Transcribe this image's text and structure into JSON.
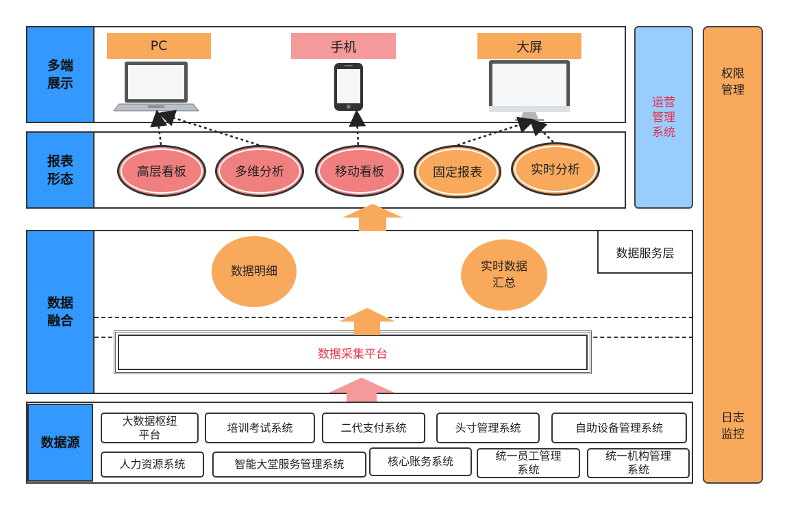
{
  "layers": {
    "display": {
      "label": "多端\n展示"
    },
    "report": {
      "label": "报表\n形态"
    },
    "fusion": {
      "label": "数据\n融合"
    },
    "source": {
      "label": "数据源"
    }
  },
  "devices": [
    {
      "label": "PC",
      "color": "#f9a95c"
    },
    {
      "label": "手机",
      "color": "#f49a9a"
    },
    {
      "label": "大屏",
      "color": "#f9a95c"
    }
  ],
  "reports": [
    {
      "label": "高层看板",
      "style": "pink"
    },
    {
      "label": "多维分析",
      "style": "pink"
    },
    {
      "label": "移动看板",
      "style": "pink"
    },
    {
      "label": "固定报表",
      "style": "orange"
    },
    {
      "label": "实时分析",
      "style": "orange"
    }
  ],
  "fusion": {
    "service_layer": "数据服务层",
    "detail": "数据明细",
    "realtime": "实时数据\n汇总",
    "collection": "数据采集平台"
  },
  "sources": {
    "row1": [
      "大数据枢纽\n平台",
      "培训考试系统",
      "二代支付系统",
      "头寸管理系统",
      "自助设备管理系统"
    ],
    "row2": [
      "人力资源系统",
      "智能大堂服务管理系统",
      "核心账务系统",
      "统一员工管理\n系统",
      "统一机构管理\n系统"
    ]
  },
  "ops": {
    "label": "运营\n管理\n系统",
    "color": "#e8304a"
  },
  "right": {
    "top": "权限\n管理",
    "bottom": "日志\n监控"
  },
  "colors": {
    "blue": "#3399ff",
    "orange": "#f9a95c",
    "pink": "#f08080",
    "light_blue": "#99ccff",
    "red_text": "#e8304a"
  }
}
